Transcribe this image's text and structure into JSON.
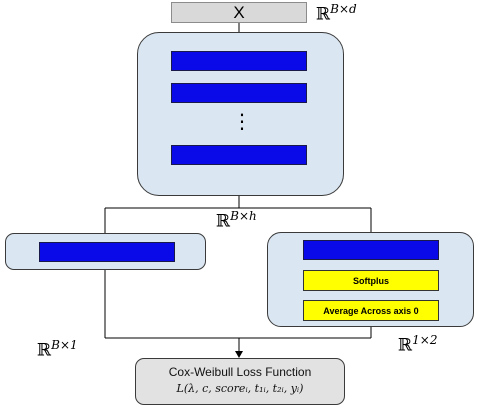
{
  "input": {
    "label": "X"
  },
  "dimensions": {
    "input_dim": {
      "base": "ℝ",
      "exp": "B×d"
    },
    "hidden_dim": {
      "base": "ℝ",
      "exp": "B×h"
    },
    "left_out": {
      "base": "ℝ",
      "exp": "B×1"
    },
    "right_out": {
      "base": "ℝ",
      "exp": "1×2"
    }
  },
  "encoder": {
    "ellipsis": "⋮"
  },
  "right_head": {
    "softplus": "Softplus",
    "average": "Average Across axis 0"
  },
  "loss": {
    "title": "Cox-Weibull Loss Function",
    "formula": "L(λ, c, scoreᵢ, t₁ᵢ, t₂ᵢ, yᵢ)"
  },
  "colors": {
    "panel": "#dae6f2",
    "blue": "#0a0ae8",
    "yellow": "#ffff00",
    "gray": "#d9d9d9"
  }
}
